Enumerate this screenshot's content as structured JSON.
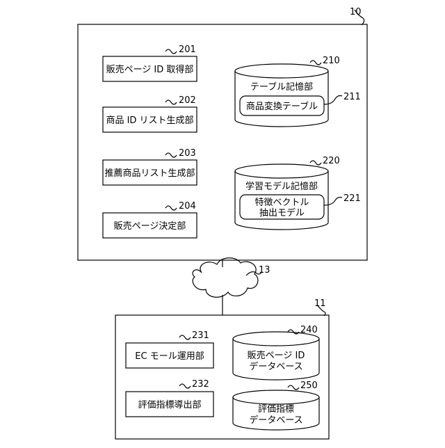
{
  "server": {
    "ref": "10",
    "units": [
      {
        "label": "販売ページ ID 取得部",
        "ref": "201"
      },
      {
        "label": "商品 ID リスト生成部",
        "ref": "202"
      },
      {
        "label": "推薦商品リスト生成部",
        "ref": "203"
      },
      {
        "label": "販売ページ決定部",
        "ref": "204"
      }
    ],
    "table_storage": {
      "label": "テーブル記憶部",
      "ref": "210",
      "item": {
        "label": "商品変換テーブル",
        "ref": "211"
      }
    },
    "model_storage": {
      "label": "学習モデル記憶部",
      "ref": "220",
      "item": {
        "line1": "特徴ベクトル",
        "line2": "抽出モデル",
        "ref": "221"
      }
    }
  },
  "network": {
    "ref": "13"
  },
  "ec_system": {
    "ref": "11",
    "units": [
      {
        "label": "EC モール運用部",
        "ref": "231"
      },
      {
        "label": "評価指標導出部",
        "ref": "232"
      }
    ],
    "databases": [
      {
        "line1": "販売ページ ID",
        "line2": "データベース",
        "ref": "240"
      },
      {
        "line1": "評価指標",
        "line2": "データベース",
        "ref": "250"
      }
    ]
  }
}
